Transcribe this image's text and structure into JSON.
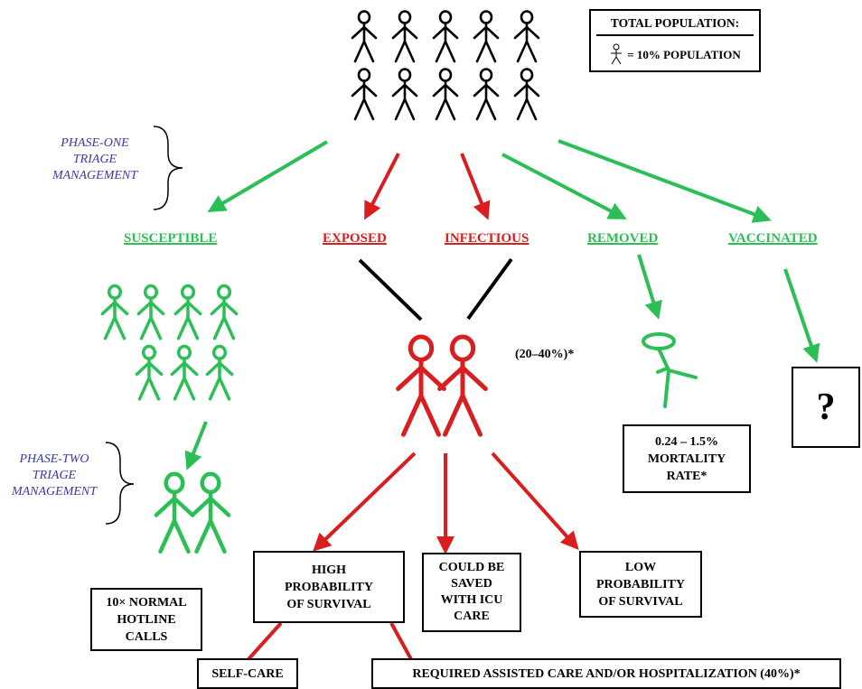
{
  "legend": {
    "title": "TOTAL POPULATION:",
    "note": "= 10% POPULATION"
  },
  "phases": {
    "one": [
      "PHASE-ONE",
      "TRIAGE",
      "MANAGEMENT"
    ],
    "two": [
      "PHASE-TWO",
      "TRIAGE",
      "MANAGEMENT"
    ]
  },
  "categories": {
    "susceptible": "SUSCEPTIBLE",
    "exposed": "EXPOSED",
    "infectious": "INFECTIOUS",
    "removed": "REMOVED",
    "vaccinated": "VACCINATED"
  },
  "infected_pct": "(20–40%)*",
  "mortality": [
    "0.24 – 1.5%",
    "MORTALITY",
    "RATE*"
  ],
  "vaccinated_result": "?",
  "hotline": [
    "10× NORMAL",
    "HOTLINE",
    "CALLS"
  ],
  "outcomes": {
    "high": [
      "HIGH",
      "PROBABILITY",
      "OF SURVIVAL"
    ],
    "icu": [
      "COULD BE",
      "SAVED",
      "WITH ICU",
      "CARE"
    ],
    "low": [
      "LOW",
      "PROBABILITY",
      "OF SURVIVAL"
    ]
  },
  "care": {
    "self": "SELF-CARE",
    "assisted": "REQUIRED ASSISTED CARE AND/OR HOSPITALIZATION (40%)*"
  },
  "colors": {
    "black": "#000000",
    "red": "#d81e1e",
    "green": "#2cbf55",
    "phase_text": "#3a3aa8"
  }
}
